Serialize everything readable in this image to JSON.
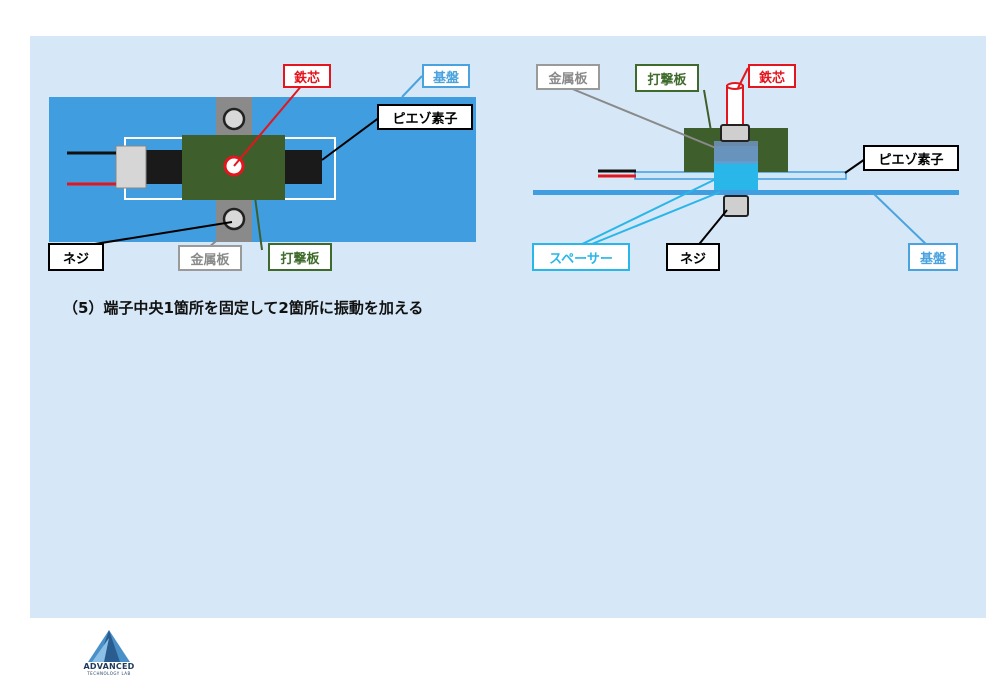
{
  "labels": {
    "left_iron_core": "鉄芯",
    "left_substrate": "基盤",
    "left_piezo": "ピエゾ素子",
    "left_screw": "ネジ",
    "left_metal_plate": "金属板",
    "left_strike_plate": "打撃板",
    "right_metal_plate": "金属板",
    "right_strike_plate": "打撃板",
    "right_iron_core": "鉄芯",
    "right_piezo": "ピエゾ素子",
    "right_spacer": "スペーサー",
    "right_screw": "ネジ",
    "right_substrate": "基盤"
  },
  "caption": "（5）端子中央1箇所を固定して2箇所に振動を加える",
  "logo": {
    "name": "ADVANCED",
    "sub": "TECHNOLOGY LAB"
  },
  "colors": {
    "panel_bg": "#d6e8f7",
    "substrate_blue": "#3f9de0",
    "strike_plate_green": "#3e5e2c",
    "metal_plate_gray": "#8a8a8a",
    "iron_core_red": "#e4161d",
    "spacer_cyan": "#29b6e8"
  }
}
